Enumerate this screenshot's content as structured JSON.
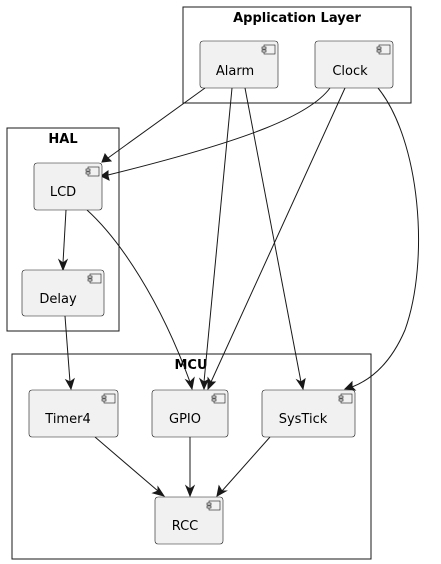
{
  "packages": {
    "app": {
      "title": "Application Layer"
    },
    "hal": {
      "title": "HAL"
    },
    "mcu": {
      "title": "MCU"
    }
  },
  "components": {
    "alarm": {
      "label": "Alarm"
    },
    "clock": {
      "label": "Clock"
    },
    "lcd": {
      "label": "LCD"
    },
    "delay": {
      "label": "Delay"
    },
    "timer4": {
      "label": "Timer4"
    },
    "gpio": {
      "label": "GPIO"
    },
    "systick": {
      "label": "SysTick"
    },
    "rcc": {
      "label": "RCC"
    }
  },
  "edges": [
    {
      "from": "Alarm",
      "to": "LCD"
    },
    {
      "from": "Clock",
      "to": "LCD"
    },
    {
      "from": "Alarm",
      "to": "GPIO"
    },
    {
      "from": "Alarm",
      "to": "SysTick"
    },
    {
      "from": "Clock",
      "to": "GPIO"
    },
    {
      "from": "Clock",
      "to": "SysTick"
    },
    {
      "from": "LCD",
      "to": "Delay"
    },
    {
      "from": "LCD",
      "to": "GPIO"
    },
    {
      "from": "Delay",
      "to": "Timer4"
    },
    {
      "from": "Timer4",
      "to": "RCC"
    },
    {
      "from": "GPIO",
      "to": "RCC"
    },
    {
      "from": "SysTick",
      "to": "RCC"
    }
  ],
  "colors": {
    "component_fill": "#f1f1f1",
    "stroke": "#181818",
    "background": "#ffffff"
  }
}
